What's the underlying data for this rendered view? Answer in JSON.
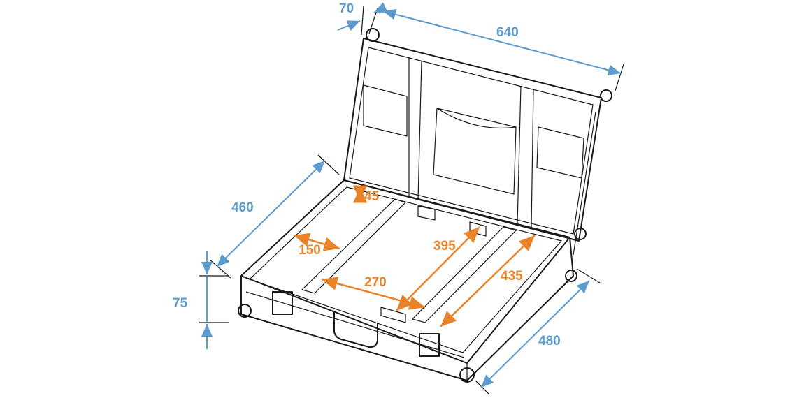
{
  "colors": {
    "outer_dimension": "#5b9bd0",
    "inner_dimension": "#e8832a",
    "line": "#1a1a1a"
  },
  "outer_dimensions": {
    "lid_depth": "70",
    "width": "640",
    "depth": "460",
    "height": "75",
    "length": "480"
  },
  "inner_dimensions": {
    "depth": "45",
    "left_compartment": "150",
    "center_compartment": "270",
    "center_length": "395",
    "right_length": "435"
  }
}
